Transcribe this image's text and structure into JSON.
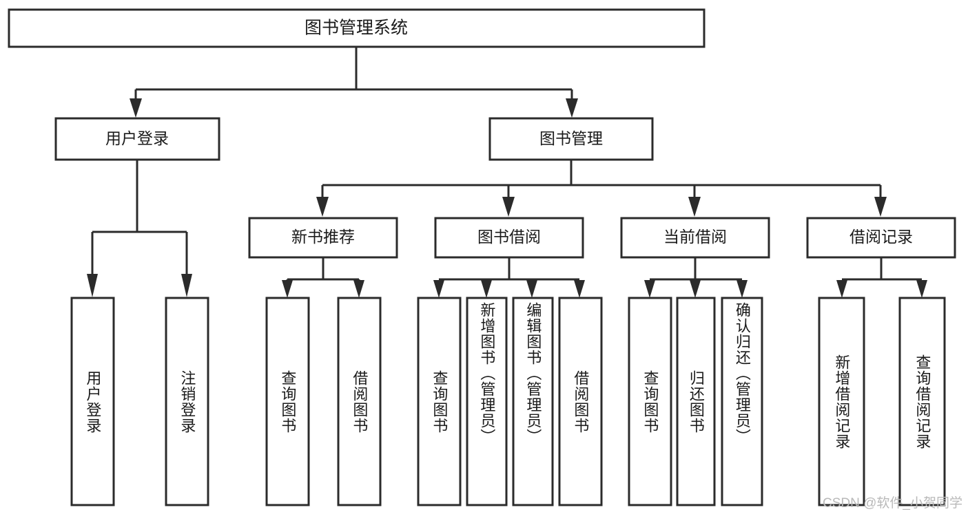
{
  "diagram": {
    "type": "hierarchy-tree",
    "title": "图书管理系统",
    "orientation": "top-down",
    "colors": {
      "box_fill": "#ffffff",
      "box_stroke": "#2b2b2b",
      "text": "#1a1a1a",
      "watermark": "#b9b9b9",
      "background": "#ffffff"
    },
    "root": {
      "label": "图书管理系统"
    },
    "level2": [
      {
        "label": "用户登录"
      },
      {
        "label": "图书管理"
      }
    ],
    "level3": [
      {
        "label": "新书推荐"
      },
      {
        "label": "图书借阅"
      },
      {
        "label": "当前借阅"
      },
      {
        "label": "借阅记录"
      }
    ],
    "leaves": {
      "user_login": [
        {
          "label": "用户登录"
        },
        {
          "label": "注销登录"
        }
      ],
      "new_book_recommend": [
        {
          "label": "查询图书"
        },
        {
          "label": "借阅图书"
        }
      ],
      "book_borrow": [
        {
          "label": "查询图书"
        },
        {
          "label": "新增图书（管理员）"
        },
        {
          "label": "编辑图书（管理员）"
        },
        {
          "label": "借阅图书"
        }
      ],
      "current_borrow": [
        {
          "label": "查询图书"
        },
        {
          "label": "归还图书"
        },
        {
          "label": "确认归还（管理员）"
        }
      ],
      "borrow_record": [
        {
          "label": "新增借阅记录"
        },
        {
          "label": "查询借阅记录"
        }
      ]
    },
    "watermark": "CSDN @软件_小贺同学"
  }
}
